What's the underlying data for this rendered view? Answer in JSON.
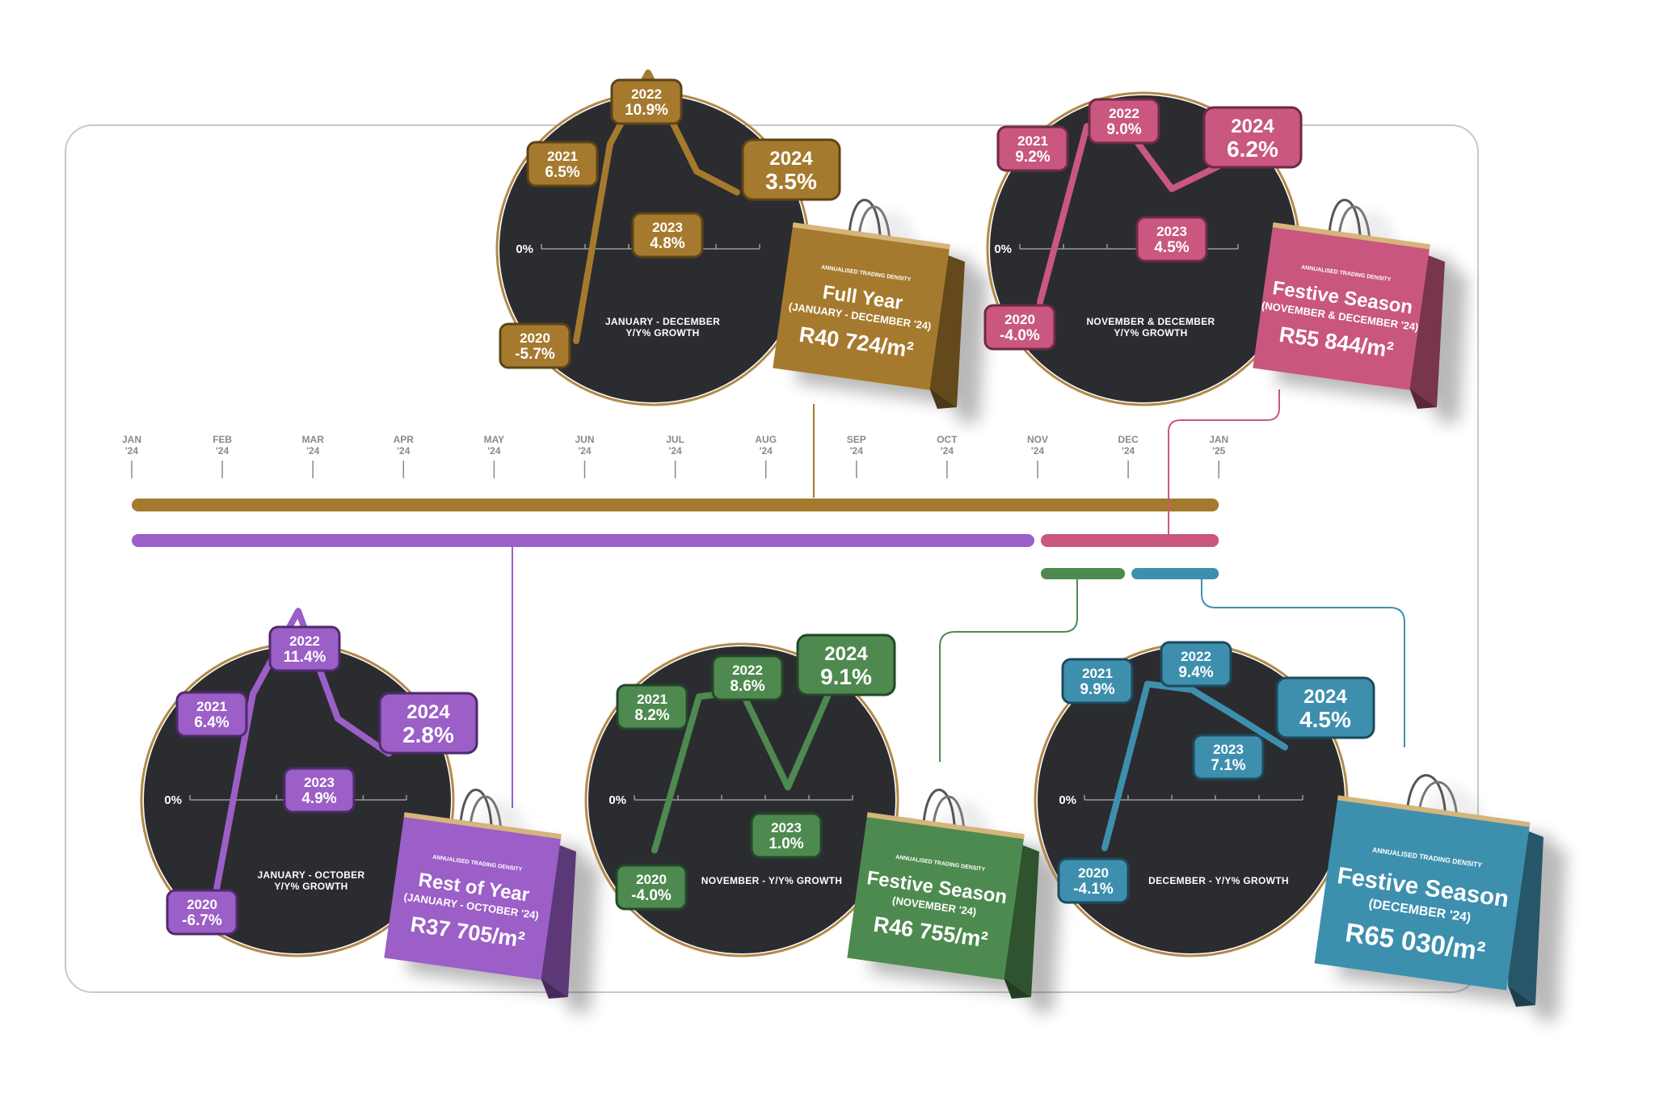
{
  "timeline": {
    "months": [
      {
        "m": "JAN",
        "y": "'24"
      },
      {
        "m": "FEB",
        "y": "'24"
      },
      {
        "m": "MAR",
        "y": "'24"
      },
      {
        "m": "APR",
        "y": "'24"
      },
      {
        "m": "MAY",
        "y": "'24"
      },
      {
        "m": "JUN",
        "y": "'24"
      },
      {
        "m": "JUL",
        "y": "'24"
      },
      {
        "m": "AUG",
        "y": "'24"
      },
      {
        "m": "SEP",
        "y": "'24"
      },
      {
        "m": "OCT",
        "y": "'24"
      },
      {
        "m": "NOV",
        "y": "'24"
      },
      {
        "m": "DEC",
        "y": "'24"
      },
      {
        "m": "JAN",
        "y": "'25"
      }
    ],
    "bars": [
      {
        "name": "full-year",
        "start": 0,
        "end": 12,
        "row": 0,
        "color": "#a67a2e"
      },
      {
        "name": "rest-of-year",
        "start": 0,
        "end": 10,
        "row": 1,
        "color": "#9b5fc7"
      },
      {
        "name": "festive-season",
        "start": 10,
        "end": 12,
        "row": 1,
        "color": "#c9577f"
      },
      {
        "name": "november",
        "start": 10,
        "end": 11,
        "row": 2,
        "color": "#4e8a4f"
      },
      {
        "name": "december",
        "start": 11,
        "end": 12,
        "row": 2,
        "color": "#3e8fae"
      }
    ]
  },
  "zero_label": "0%",
  "chart_data": [
    {
      "type": "line",
      "id": "full-year",
      "color": "#a67a2e",
      "border": "#5c4416",
      "x": [
        "2020",
        "2021",
        "2022",
        "2023",
        "2024"
      ],
      "values": [
        -5.7,
        6.5,
        10.9,
        4.8,
        3.5
      ],
      "labels": [
        {
          "year": "2020",
          "value": "-5.7%"
        },
        {
          "year": "2021",
          "value": "6.5%"
        },
        {
          "year": "2022",
          "value": "10.9%"
        },
        {
          "year": "2023",
          "value": "4.8%"
        },
        {
          "year": "2024",
          "value": "3.5%"
        }
      ],
      "caption": [
        "JANUARY - DECEMBER",
        "Y/Y% GROWTH"
      ],
      "bag": {
        "header": "ANNUALISED TRADING DENSITY",
        "title": "Full Year",
        "sub": "(JANUARY - DECEMBER '24)",
        "value": "R40 724/m²"
      }
    },
    {
      "type": "line",
      "id": "festive-season",
      "color": "#c9577f",
      "border": "#6e2a44",
      "x": [
        "2020",
        "2021",
        "2022",
        "2023",
        "2024"
      ],
      "values": [
        -4.0,
        9.2,
        9.0,
        4.5,
        6.2
      ],
      "labels": [
        {
          "year": "2020",
          "value": "-4.0%"
        },
        {
          "year": "2021",
          "value": "9.2%"
        },
        {
          "year": "2022",
          "value": "9.0%"
        },
        {
          "year": "2023",
          "value": "4.5%"
        },
        {
          "year": "2024",
          "value": "6.2%"
        }
      ],
      "caption": [
        "NOVEMBER & DECEMBER",
        "Y/Y% GROWTH"
      ],
      "bag": {
        "header": "ANNUALISED TRADING DENSITY",
        "title": "Festive Season",
        "sub": "(NOVEMBER & DECEMBER '24)",
        "value": "R55 844/m²"
      }
    },
    {
      "type": "line",
      "id": "rest-of-year",
      "color": "#9b5fc7",
      "border": "#4e2a6b",
      "x": [
        "2020",
        "2021",
        "2022",
        "2023",
        "2024"
      ],
      "values": [
        -6.7,
        6.4,
        11.4,
        4.9,
        2.8
      ],
      "labels": [
        {
          "year": "2020",
          "value": "-6.7%"
        },
        {
          "year": "2021",
          "value": "6.4%"
        },
        {
          "year": "2022",
          "value": "11.4%"
        },
        {
          "year": "2023",
          "value": "4.9%"
        },
        {
          "year": "2024",
          "value": "2.8%"
        }
      ],
      "caption": [
        "JANUARY - OCTOBER",
        "Y/Y% GROWTH"
      ],
      "bag": {
        "header": "ANNUALISED TRADING DENSITY",
        "title": "Rest of Year",
        "sub": "(JANUARY - OCTOBER '24)",
        "value": "R37 705/m²"
      }
    },
    {
      "type": "line",
      "id": "november",
      "color": "#4e8a4f",
      "border": "#24482a",
      "x": [
        "2020",
        "2021",
        "2022",
        "2023",
        "2024"
      ],
      "values": [
        -4.0,
        8.2,
        8.6,
        1.0,
        9.1
      ],
      "labels": [
        {
          "year": "2020",
          "value": "-4.0%"
        },
        {
          "year": "2021",
          "value": "8.2%"
        },
        {
          "year": "2022",
          "value": "8.6%"
        },
        {
          "year": "2023",
          "value": "1.0%"
        },
        {
          "year": "2024",
          "value": "9.1%"
        }
      ],
      "caption": [
        "NOVEMBER - Y/Y% GROWTH"
      ],
      "bag": {
        "header": "ANNUALISED TRADING DENSITY",
        "title": "Festive Season",
        "sub": "(NOVEMBER '24)",
        "value": "R46 755/m²"
      }
    },
    {
      "type": "line",
      "id": "december",
      "color": "#3e8fae",
      "border": "#1d4a5c",
      "x": [
        "2020",
        "2021",
        "2022",
        "2023",
        "2024"
      ],
      "values": [
        -4.1,
        9.9,
        9.4,
        7.1,
        4.5
      ],
      "labels": [
        {
          "year": "2020",
          "value": "-4.1%"
        },
        {
          "year": "2021",
          "value": "9.9%"
        },
        {
          "year": "2022",
          "value": "9.4%"
        },
        {
          "year": "2023",
          "value": "7.1%"
        },
        {
          "year": "2024",
          "value": "4.5%"
        }
      ],
      "caption": [
        "DECEMBER - Y/Y% GROWTH"
      ],
      "bag": {
        "header": "ANNUALISED TRADING DENSITY",
        "title": "Festive Season",
        "sub": "(DECEMBER '24)",
        "value": "R65 030/m²"
      }
    }
  ]
}
